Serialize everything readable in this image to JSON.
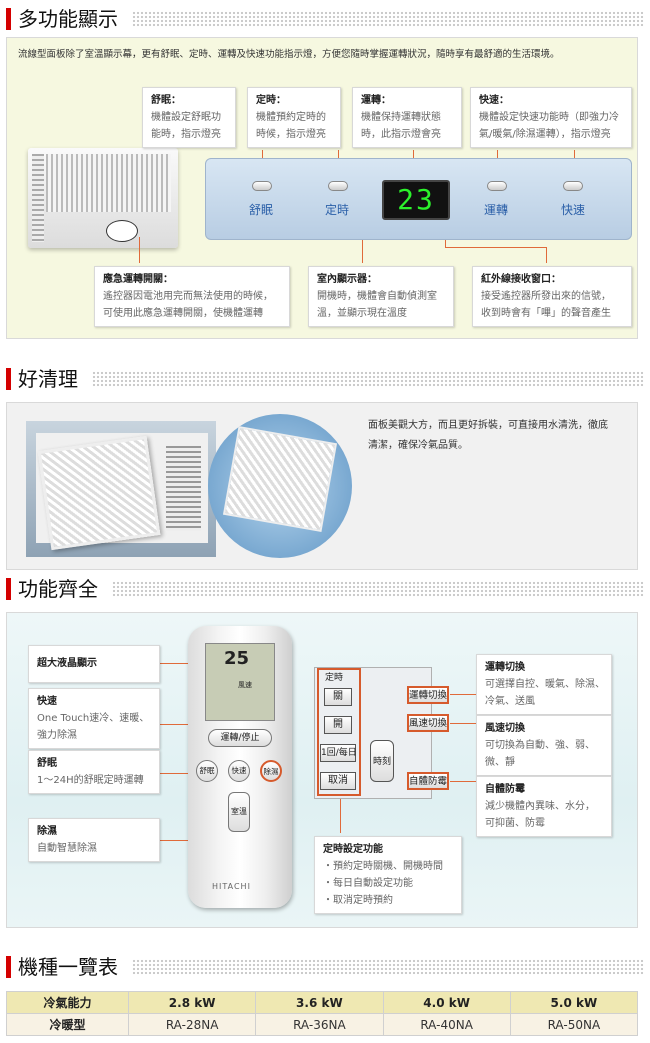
{
  "sections": {
    "multi": "多功能顯示",
    "clean": "好清理",
    "func": "功能齊全",
    "models": "機種一覽表"
  },
  "multi": {
    "intro": "流線型面板除了室溫顯示幕，更有舒眠、定時、運轉及快速功能指示燈，方便您隨時掌握運轉狀況，隨時享有最舒適的生活環境。",
    "boxes": {
      "sleep": {
        "title": "舒眠：",
        "lines": [
          "機體設定舒眠功",
          "能時，指示燈亮"
        ]
      },
      "timer": {
        "title": "定時：",
        "lines": [
          "機體預約定時的",
          "時候，指示燈亮"
        ]
      },
      "run": {
        "title": "運轉：",
        "lines": [
          "機體保持運轉狀態",
          "時，此指示燈會亮"
        ]
      },
      "fast": {
        "title": "快速：",
        "lines": [
          "機體設定快速功能時（即強力冷",
          "氣/暖氣/除濕運轉），指示燈亮"
        ]
      },
      "emergency": {
        "title": "應急運轉開關：",
        "lines": [
          "遙控器因電池用完而無法使用的時候，",
          "可使用此應急運轉開關，使機體運轉"
        ]
      },
      "indoor": {
        "title": "室內顯示器：",
        "lines": [
          "開機時，機體會自動偵測室",
          "溫，並顯示現在溫度"
        ]
      },
      "ir": {
        "title": "紅外線接收窗口：",
        "lines": [
          "接受遙控器所發出來的信號，",
          "收到時會有「嗶」的聲音產生"
        ]
      }
    },
    "panel": {
      "sleep": "舒眠",
      "timer": "定時",
      "display": "23",
      "run": "運轉",
      "fast": "快速"
    }
  },
  "clean": {
    "lines": [
      "面板美觀大方，而且更好拆裝，可直接用水清洗，徹底",
      "清潔，確保冷氣品質。"
    ]
  },
  "func": {
    "lcd": {
      "title": "超大液晶顯示"
    },
    "fast": {
      "title": "快速",
      "lines": [
        "One Touch速冷、速暖、",
        "強力除濕"
      ]
    },
    "sleep": {
      "title": "舒眠",
      "lines": [
        "1～24H的舒眠定時運轉"
      ]
    },
    "dehum": {
      "title": "除濕",
      "lines": [
        "自動智慧除濕"
      ]
    },
    "mode": {
      "title": "運轉切換",
      "lines": [
        "可選擇自控、暖氣、除濕、",
        "冷氣、送風"
      ]
    },
    "fan": {
      "title": "風速切換",
      "lines": [
        "可切換為自動、強、弱、",
        "微、靜"
      ]
    },
    "mold": {
      "title": "自體防霉",
      "lines": [
        "減少機體內異味、水分，",
        "可抑菌、防霉"
      ]
    },
    "timerset": {
      "title": "定時設定功能",
      "lines": [
        "・預約定時關機、開機時間",
        "・每日自動設定功能",
        "・取消定時預約"
      ]
    },
    "remote": {
      "lcd_temp": "25",
      "lcd_row1": "風速",
      "run_stop": "運轉/停止",
      "sleep": "舒眠",
      "fast": "快速",
      "dehum": "除濕",
      "room": "室溫",
      "brand": "HITACHI",
      "timer_hdr": "定時",
      "timer_off": "關",
      "timer_on": "開",
      "timer_daily": "1回/每日",
      "timer_cancel": "取消",
      "mode_btn": "運轉切換",
      "fan_btn": "風速切換",
      "mold_btn": "自體防霉",
      "time_btn": "時刻"
    }
  },
  "models": {
    "headers": [
      "冷氣能力",
      "2.8 kW",
      "3.6 kW",
      "4.0 kW",
      "5.0 kW"
    ],
    "row": [
      "冷暖型",
      "RA-28NA",
      "RA-36NA",
      "RA-40NA",
      "RA-50NA"
    ]
  }
}
